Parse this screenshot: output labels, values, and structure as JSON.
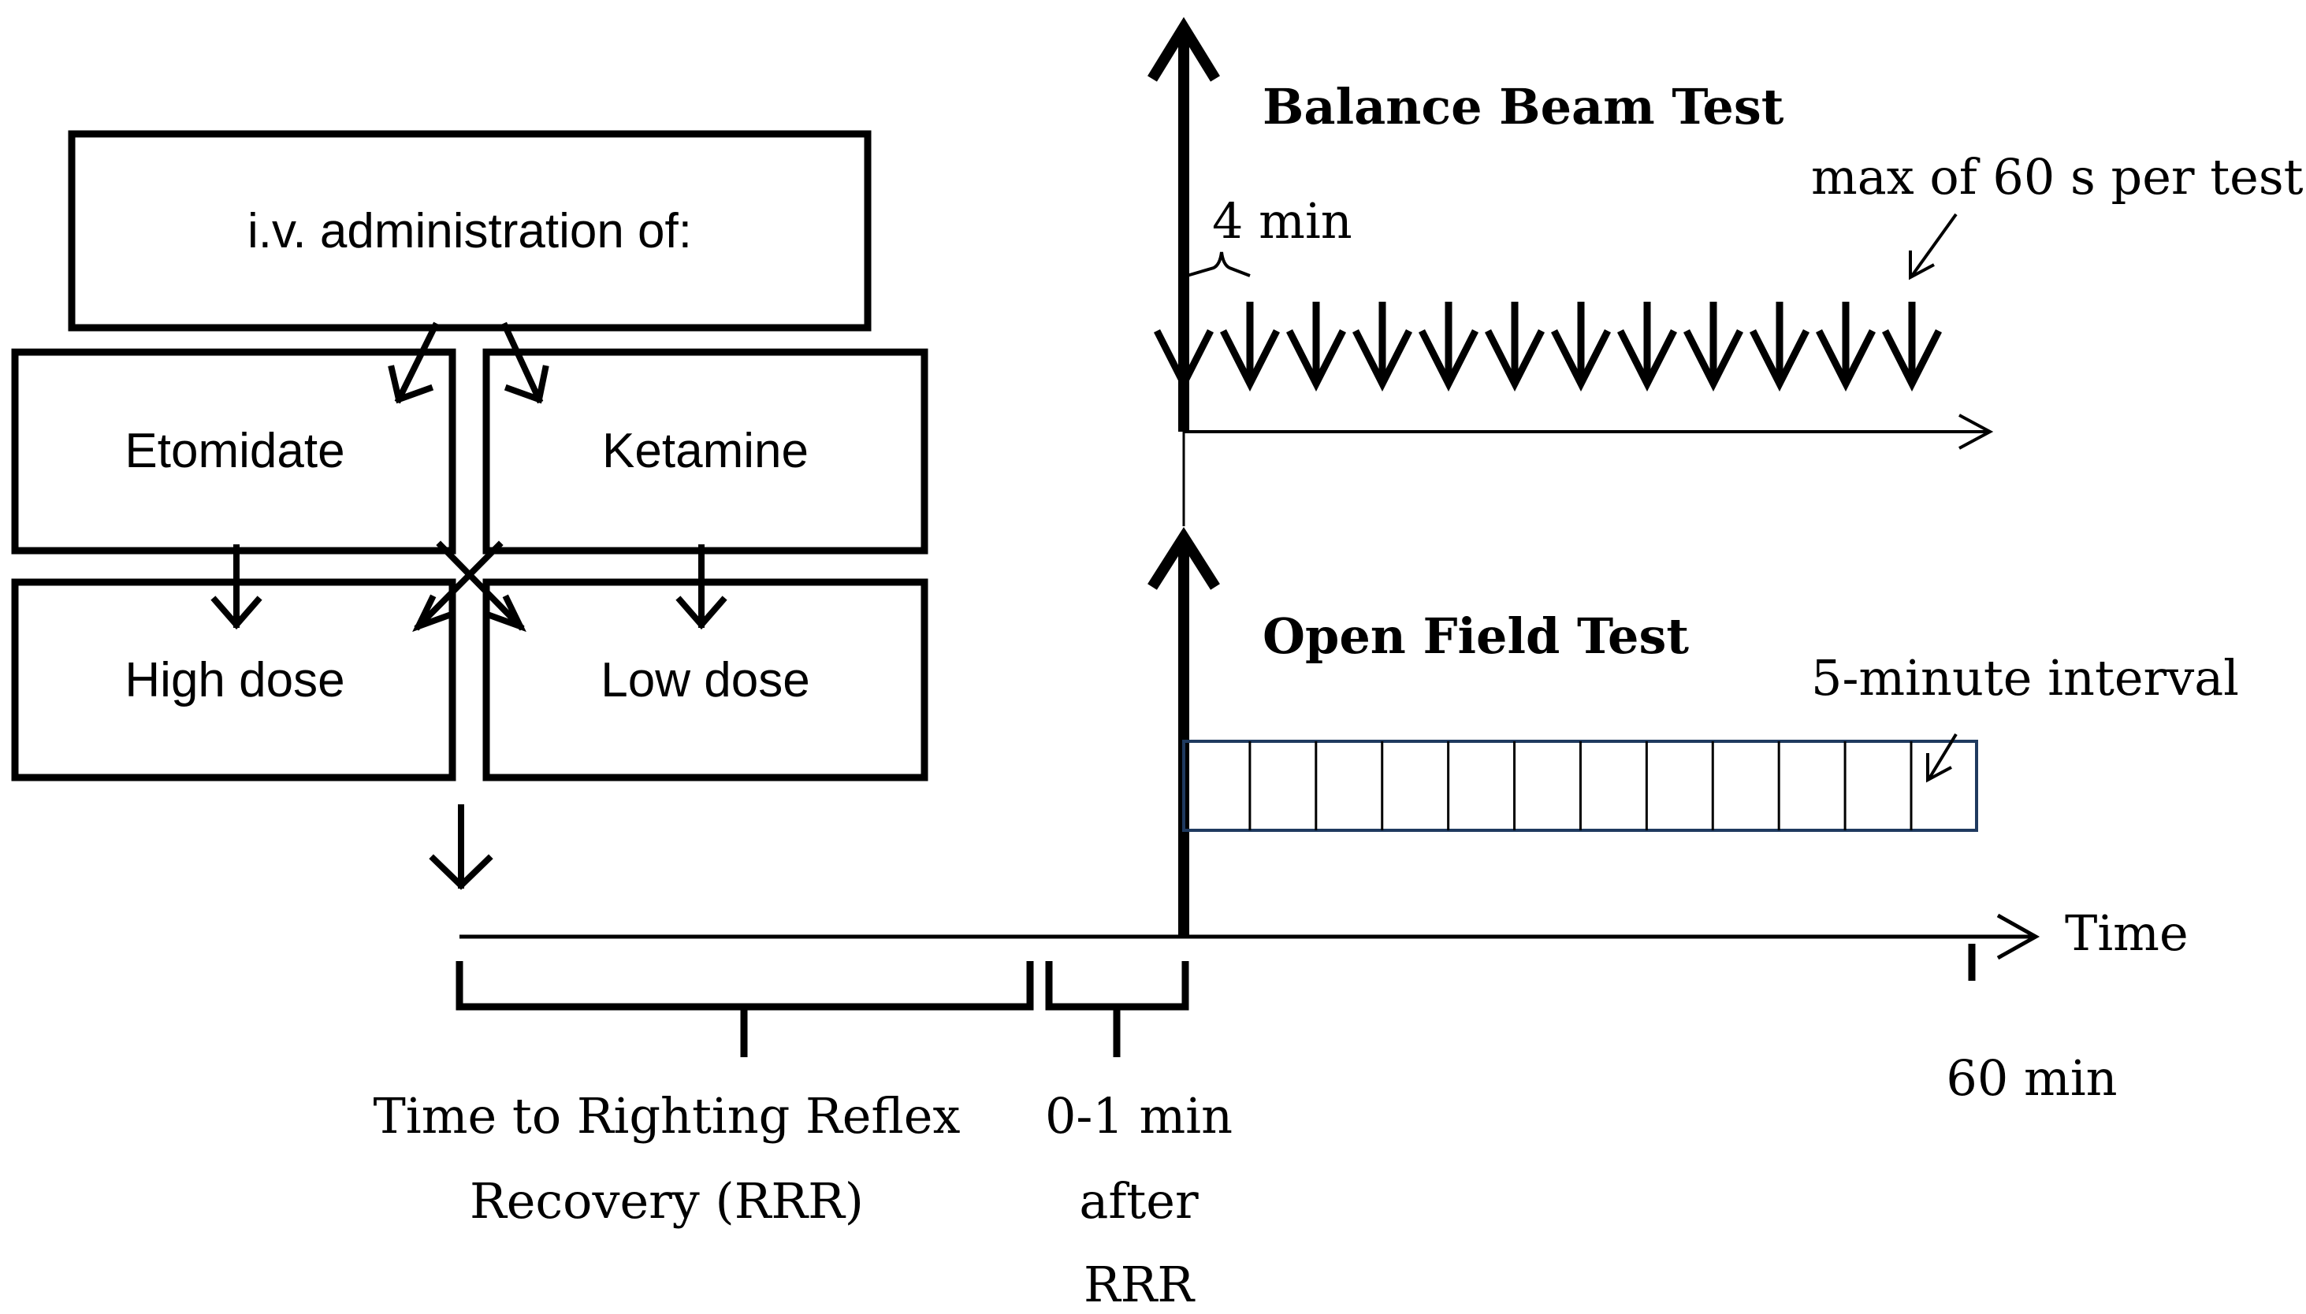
{
  "flow": {
    "top_box": "i.v. administration of:",
    "drug_a": "Etomidate",
    "drug_b": "Ketamine",
    "dose_a": "High dose",
    "dose_b": "Low dose"
  },
  "timeline": {
    "axis_label": "Time",
    "end_tick": "60 min",
    "rrr_label_line1": "Time to Righting Reflex",
    "rrr_label_line2": "Recovery (RRR)",
    "after_label_line1": "0-1 min",
    "after_label_line2": "after",
    "after_label_line3": "RRR"
  },
  "balance_beam": {
    "title": "Balance Beam Test",
    "interval_label": "4 min",
    "max_label": "max of 60 s per test",
    "test_count": 12
  },
  "open_field": {
    "title": "Open Field Test",
    "interval_label": "5-minute interval",
    "segment_count": 12
  }
}
